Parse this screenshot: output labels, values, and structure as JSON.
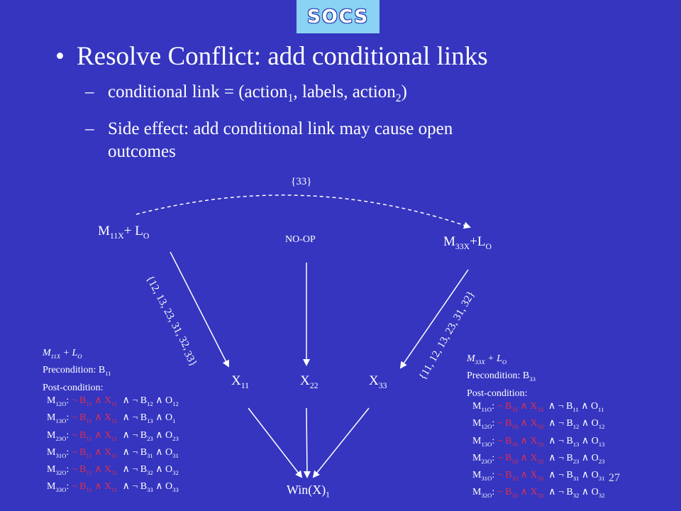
{
  "logo_text": "SOCS",
  "main_bullet": "Resolve Conflict: add conditional links",
  "sub1": {
    "pre": "conditional link = (action",
    "s1": "1",
    "mid": ", labels, action",
    "s2": "2",
    "post": ")"
  },
  "sub2_line1": "Side effect: add conditional link may cause open",
  "sub2_line2": "outcomes",
  "labels": {
    "top_arc": "{33}",
    "m11x": {
      "a": "M",
      "s": "11X",
      "b": "+ L",
      "o": "O"
    },
    "noop": "NO-OP",
    "m33x": {
      "a": "M",
      "s": "33X",
      "b": "+L",
      "o": "O"
    },
    "left_edge": "{12, 13, 23, 31, 32,",
    "left_edge2": "33}",
    "right_edge": "{11, 12, 13, 23, 31, 32}",
    "x11": {
      "a": "X",
      "s": "11"
    },
    "x22": {
      "a": "X",
      "s": "22"
    },
    "x33": {
      "a": "X",
      "s": "33"
    },
    "win": {
      "a": "Win(X)",
      "s": "1"
    }
  },
  "left_box": {
    "title": {
      "a": "M",
      "s": "11X",
      "b": " + L",
      "o": "O"
    },
    "pre": {
      "a": "Precondition: B",
      "s": "11"
    },
    "post": "Post-condition:",
    "rows": [
      {
        "m": "M",
        "ms": "12O",
        "r1": "¬ B",
        "r1s": "11",
        "r2": "X",
        "r2s": "11",
        "t": "∧ ¬ B",
        "ts": "12",
        "u": "∧ O",
        "us": "12"
      },
      {
        "m": "M",
        "ms": "13O",
        "r1": "¬ B",
        "r1s": "11",
        "r2": "X",
        "r2s": "11",
        "t": "∧ ¬ B",
        "ts": "13",
        "u": "∧ O",
        "us": "1"
      },
      {
        "m": "M",
        "ms": "23O",
        "r1": "¬ B",
        "r1s": "11",
        "r2": "X",
        "r2s": "11",
        "t": "∧ ¬ B",
        "ts": "23",
        "u": "∧ O",
        "us": "23"
      },
      {
        "m": "M",
        "ms": "31O",
        "r1": "¬ B",
        "r1s": "11",
        "r2": "X",
        "r2s": "11",
        "t": "∧ ¬ B",
        "ts": "31",
        "u": "∧ O",
        "us": "31"
      },
      {
        "m": "M",
        "ms": "32O",
        "r1": "¬ B",
        "r1s": "11",
        "r2": "X",
        "r2s": "11",
        "t": "∧ ¬ B",
        "ts": "32",
        "u": "∧ O",
        "us": "32"
      },
      {
        "m": "M",
        "ms": "33O",
        "r1": "¬ B",
        "r1s": "11",
        "r2": "X",
        "r2s": "11",
        "t": "∧ ¬ B",
        "ts": "33",
        "u": "∧ O",
        "us": "33"
      }
    ]
  },
  "right_box": {
    "title": {
      "a": "M",
      "s": "33X",
      "b": " + L",
      "o": "O"
    },
    "pre": {
      "a": "Precondition: B",
      "s": "33"
    },
    "post": "Post-condition:",
    "rows": [
      {
        "m": "M",
        "ms": "11O",
        "r1": "¬ B",
        "r1s": "33",
        "r2": "X",
        "r2s": "33",
        "t": "∧ ¬ B",
        "ts": "11",
        "u": "∧ O",
        "us": "11"
      },
      {
        "m": "M",
        "ms": "12O",
        "r1": "¬ B",
        "r1s": "33",
        "r2": "X",
        "r2s": "33",
        "t": "∧ ¬ B",
        "ts": "12",
        "u": "∧ O",
        "us": "12"
      },
      {
        "m": "M",
        "ms": "13O",
        "r1": "¬ B",
        "r1s": "33",
        "r2": "X",
        "r2s": "33",
        "t": "∧ ¬ B",
        "ts": "13",
        "u": "∧ O",
        "us": "13"
      },
      {
        "m": "M",
        "ms": "23O",
        "r1": "¬ B",
        "r1s": "33",
        "r2": "X",
        "r2s": "33",
        "t": "∧ ¬ B",
        "ts": "23",
        "u": "∧ O",
        "us": "23"
      },
      {
        "m": "M",
        "ms": "31O",
        "r1": "¬ B",
        "r1s": "33",
        "r2": "X",
        "r2s": "33",
        "t": "∧ ¬ B",
        "ts": "31",
        "u": "∧ O",
        "us": "31"
      },
      {
        "m": "M",
        "ms": "32O",
        "r1": "¬ B",
        "r1s": "33",
        "r2": "X",
        "r2s": "33",
        "t": "∧ ¬ B",
        "ts": "32",
        "u": "∧ O",
        "us": "32"
      }
    ]
  },
  "page_number": "27"
}
